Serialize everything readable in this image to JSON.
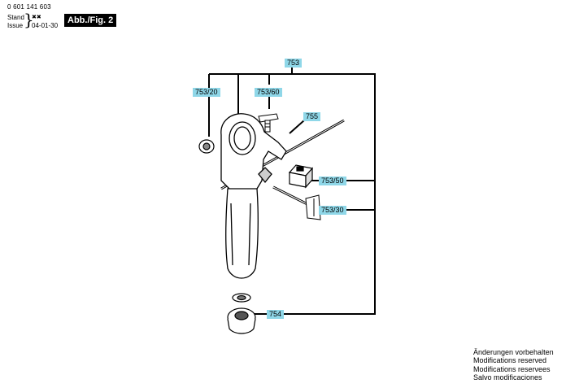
{
  "header": {
    "doc_number": "0 601 141 603",
    "stand_label": "Stand",
    "stand_value": "✖✖",
    "issue_label": "Issue",
    "issue_value": "04-01-30",
    "figure_label": "Abb./Fig. 2"
  },
  "callouts": {
    "c753": "753",
    "c753_20": "753/20",
    "c753_60": "753/60",
    "c755": "755",
    "c753_50": "753/50",
    "c753_30": "753/30",
    "c754": "754"
  },
  "modifications": [
    "Änderungen vorbehalten",
    "Modifications reserved",
    "Modifications reservees",
    "Salvo modificaciones"
  ],
  "colors": {
    "callout_bg": "#8fd7e8",
    "line": "#000000"
  }
}
